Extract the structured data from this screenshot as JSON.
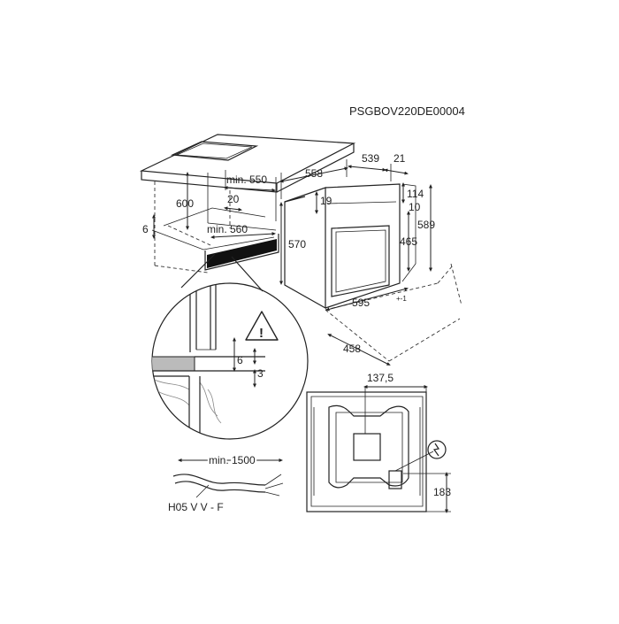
{
  "reference_code": "PSGBOV220DE00004",
  "cabinet": {
    "dim_600": "600",
    "dim_min_550": "min. 550",
    "dim_20": "20",
    "dim_min_560": "min. 560",
    "dim_6": "6"
  },
  "oven": {
    "dim_558": "558",
    "dim_539": "539",
    "dim_21": "21",
    "dim_19": "19",
    "dim_114": "114",
    "dim_10": "10",
    "dim_589": "589",
    "dim_570": "570",
    "dim_465": "465",
    "dim_595": "595",
    "dim_595_tol": "+-1",
    "dim_458": "458"
  },
  "detail": {
    "dim_6": "6",
    "dim_3": "3",
    "warning_symbol": "!"
  },
  "cable": {
    "dim_min_1500": "min. 1500",
    "cable_type": "H05 V V - F"
  },
  "back_panel": {
    "dim_137_5": "137,5",
    "dim_183": "183"
  },
  "icons": [
    "warning-triangle-icon",
    "electrical-connection-icon"
  ]
}
